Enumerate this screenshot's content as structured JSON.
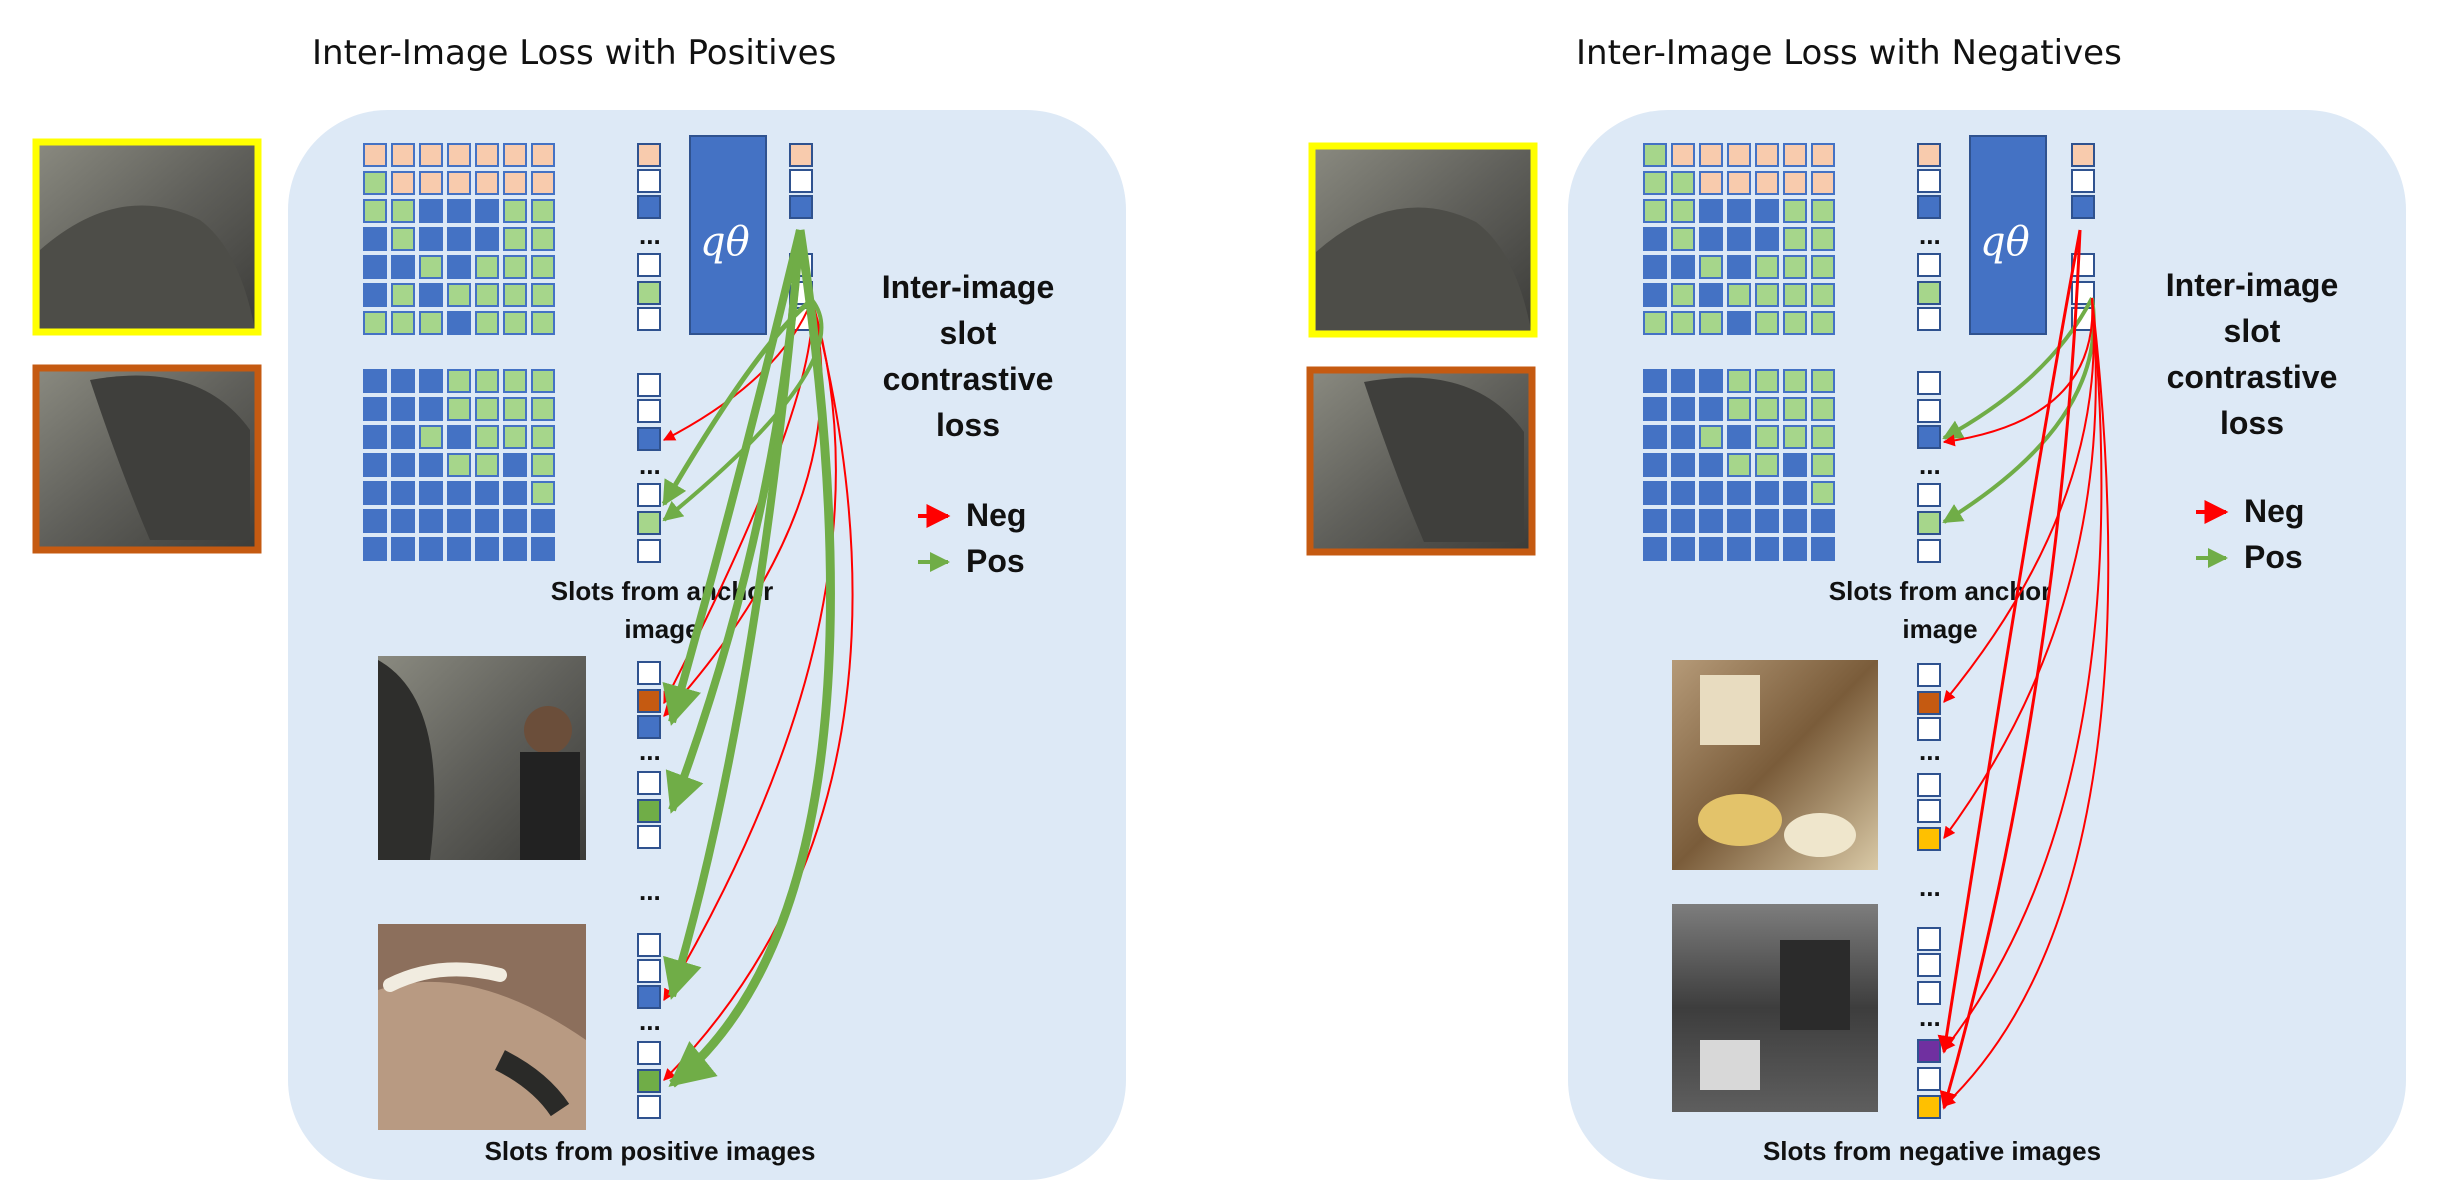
{
  "colors": {
    "panel_bg": "#dde9f6",
    "slot_blue": "#4472c4",
    "slot_green": "#a6d68b",
    "slot_peach": "#f8cbad",
    "slot_orange": "#c55a11",
    "slot_darkgreen": "#70ad47",
    "slot_gold": "#ffc000",
    "slot_purple": "#7030a0",
    "neg_arrow": "#ff0000",
    "pos_arrow": "#70ad47",
    "yellow_frame": "#ffff00",
    "brown_frame": "#c55a11"
  },
  "panels": [
    {
      "title": "Inter-Image Loss with Positives",
      "q_label": "qθ",
      "loss_lines": [
        "Inter-image",
        "slot",
        "contrastive",
        "loss"
      ],
      "legend_neg": "Neg",
      "legend_pos": "Pos",
      "anchor_caption_lines": [
        "Slots from anchor",
        "image"
      ],
      "bottom_caption": "Slots from positive images",
      "ellipsis": "...",
      "images": [
        "elephant-crop-yellow",
        "elephant-crop-brown",
        "elephant-with-man",
        "elephant-tusks"
      ]
    },
    {
      "title": "Inter-Image Loss with Negatives",
      "q_label": "qθ",
      "loss_lines": [
        "Inter-image",
        "slot",
        "contrastive",
        "loss"
      ],
      "legend_neg": "Neg",
      "legend_pos": "Pos",
      "anchor_caption_lines": [
        "Slots from anchor",
        "image"
      ],
      "bottom_caption": "Slots from negative images",
      "ellipsis": "...",
      "images": [
        "elephant-crop-yellow",
        "elephant-crop-brown",
        "kitchen-scene",
        "grayscale-building"
      ]
    }
  ]
}
